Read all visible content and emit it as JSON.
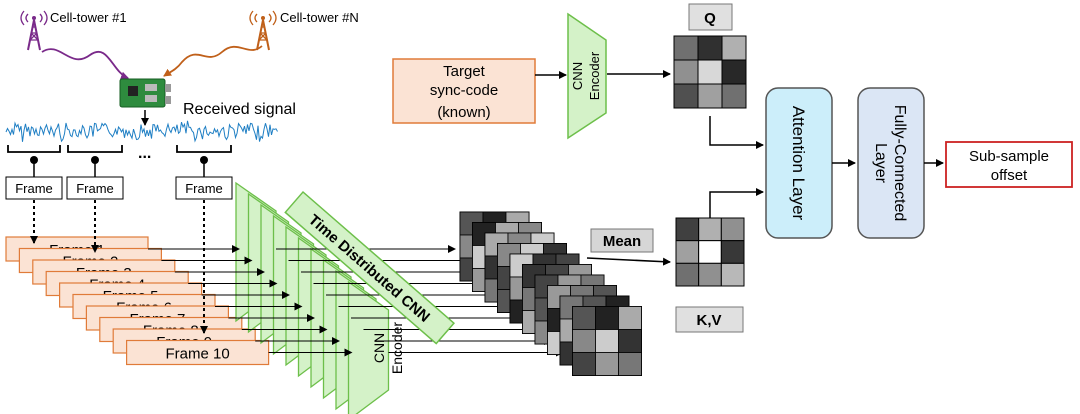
{
  "towers": {
    "first_label": "Cell-tower #1",
    "last_label": "Cell-tower #N",
    "color": "#a0522d"
  },
  "signal": {
    "received_label": "Received signal",
    "ellipsis": "...",
    "color": "#1f7fc4"
  },
  "frame_tags": [
    "Frame",
    "Frame",
    "Frame"
  ],
  "frames": [
    "Frame 1",
    "Frame 2",
    "Frame 3",
    "Frame 4",
    "Frame 5",
    "Frame 6",
    "Frame 7",
    "Frame 8",
    "Frame 9",
    "Frame 10"
  ],
  "frame_style": {
    "fill": "#fbe3d4",
    "stroke": "#e07b39"
  },
  "time_distributed_label": "Time Distributed CNN",
  "encoder": {
    "line1": "CNN",
    "line2": "Encoder",
    "fill": "#d4f2c8",
    "stroke": "#6dbf4a"
  },
  "target": {
    "line1": "Target",
    "line2": "sync-code",
    "line3": "(known)"
  },
  "query_label": "Q",
  "kv_label": "K,V",
  "mean_label": "Mean",
  "attention_label": "Attention Layer",
  "fc": {
    "line1": "Fully-Connected",
    "line2": "Layer"
  },
  "output": {
    "line1": "Sub-sample",
    "line2": "offset",
    "stroke": "#cc2222"
  },
  "matrices": {
    "q": [
      "#707070",
      "#303030",
      "#b0b0b0",
      "#909090",
      "#d8d8d8",
      "#282828",
      "#505050",
      "#a0a0a0",
      "#707070"
    ],
    "kv": [
      "#404040",
      "#b0b0b0",
      "#909090",
      "#a0a0a0",
      "#ffffff",
      "#383838",
      "#707070",
      "#909090",
      "#b8b8b8"
    ],
    "feature": [
      "#555555",
      "#222222",
      "#aaaaaa",
      "#888888",
      "#cccccc",
      "#333333",
      "#444444",
      "#999999",
      "#777777"
    ]
  }
}
